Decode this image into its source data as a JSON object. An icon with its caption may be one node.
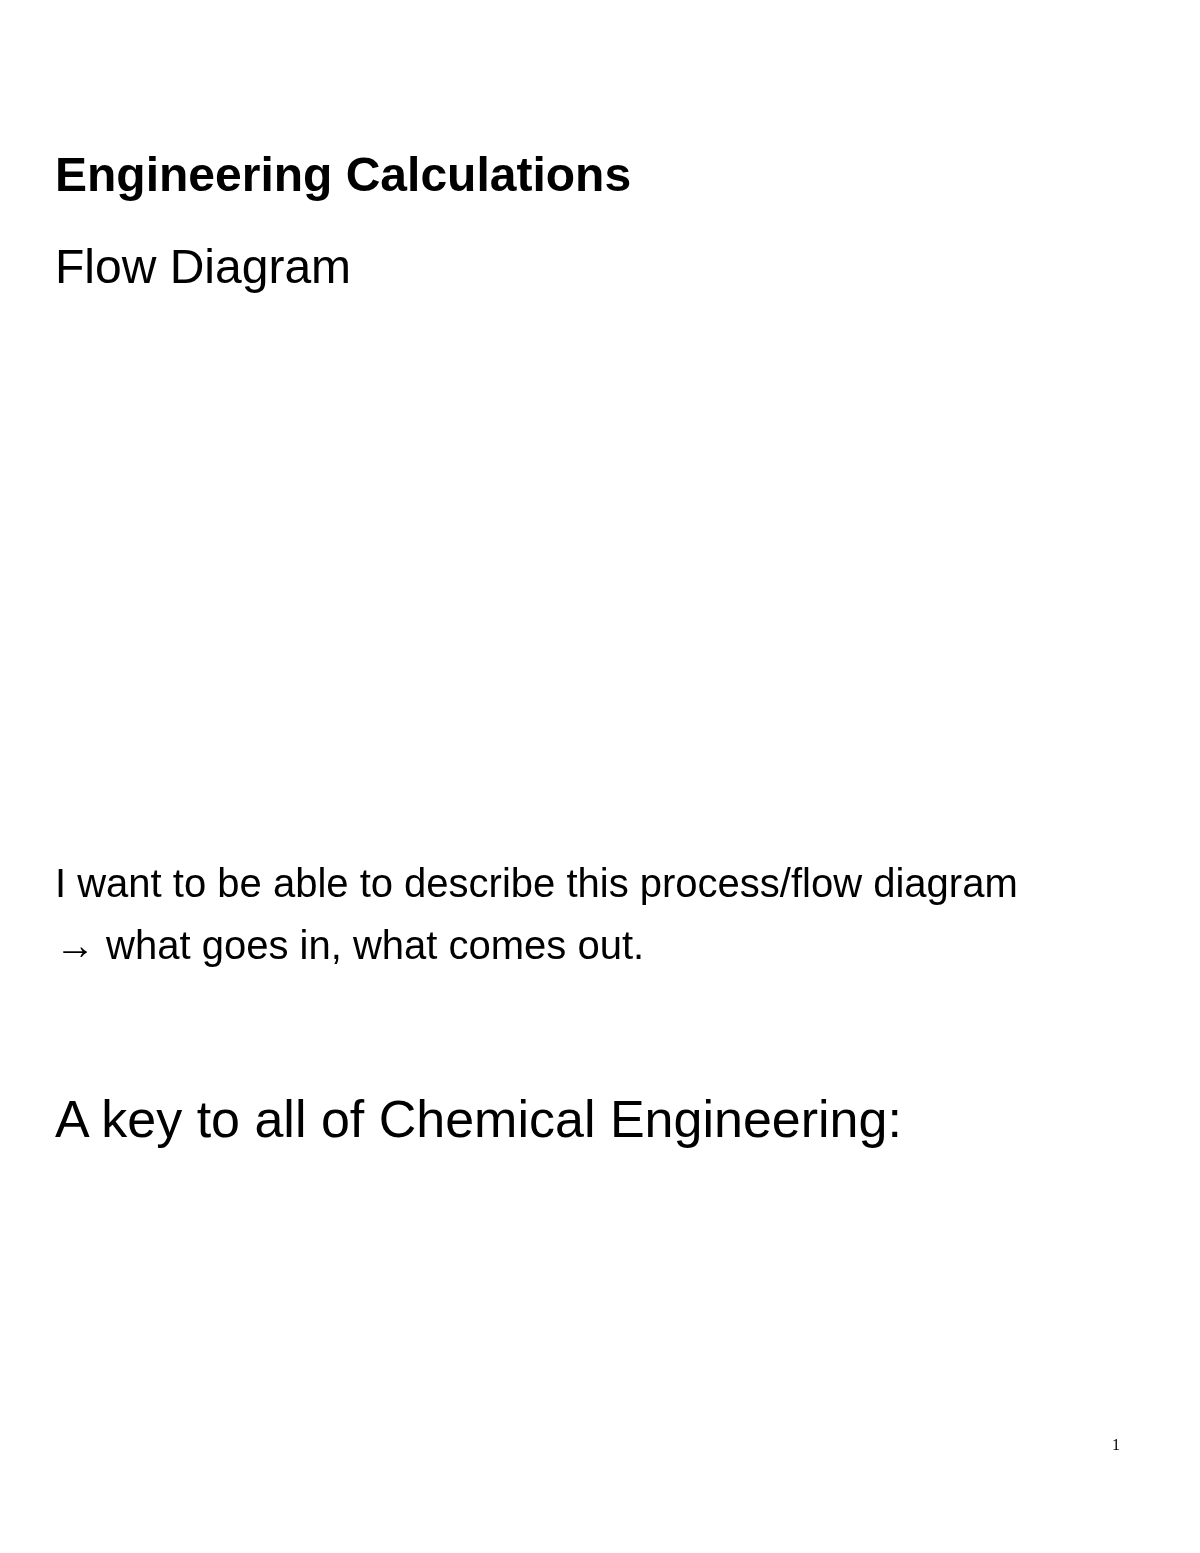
{
  "diagram": {
    "title": "Engineering Calculations",
    "labels": [
      "Flow Diagram",
      "I want to be able to describe this process/flow diagram → what goes in, what comes out.",
      "A key to all of Chemical Engineering:",
      "1"
    ]
  }
}
